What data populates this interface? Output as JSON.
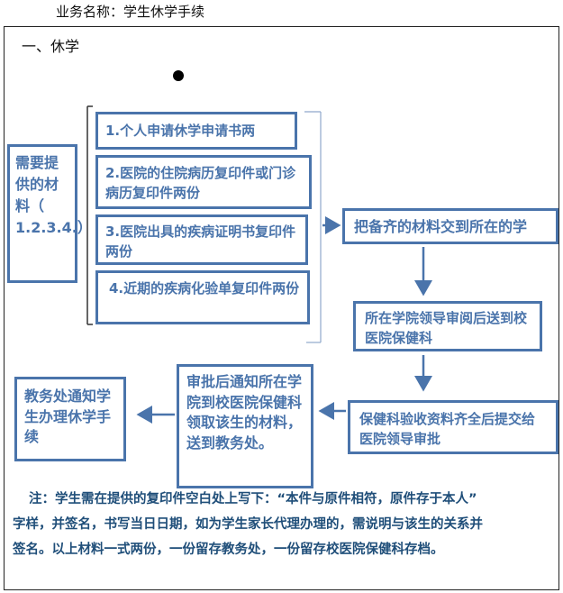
{
  "header": {
    "title": "业务名称：学生休学手续"
  },
  "section": {
    "heading": "一、休学"
  },
  "requirements_box": {
    "text": "需要提供的材料（ 1.2.3.4.）"
  },
  "materials": [
    {
      "label": "1.个人申请休学申请书两"
    },
    {
      "label": "2.医院的住院病历复印件或门诊病历复印件两份"
    },
    {
      "label": "3.医院出具的疾病证明书复印件两份"
    },
    {
      "label": "4.近期的疾病化验单复印件两份"
    }
  ],
  "steps": {
    "submit": "把备齐的材料交到所在的学",
    "college_review": "所在学院领导审阅后送到校医院保健科",
    "clinic_check": "保健科验收资料齐全后提交给医院领导审批",
    "notify_college": "审批后通知所在学院到校医院保健科领取该生的材料，送到教务处。",
    "academic_affairs": "教务处通知学生办理休学手续"
  },
  "note": {
    "line1": "注：学生需在提供的复印件空白处上写下：“本件与原件相符，原件存于本人”",
    "line2": "字样，并签名，书写当日日期，如为学生家长代理办理的，需说明与该生的关系并",
    "line3": "签名。以上材料一式两份，一份留存教务处，一份留存校医院保健科存档。"
  },
  "colors": {
    "box_border": "#4a74ab",
    "text": "#4a74ab",
    "note": "#1f4e79"
  }
}
